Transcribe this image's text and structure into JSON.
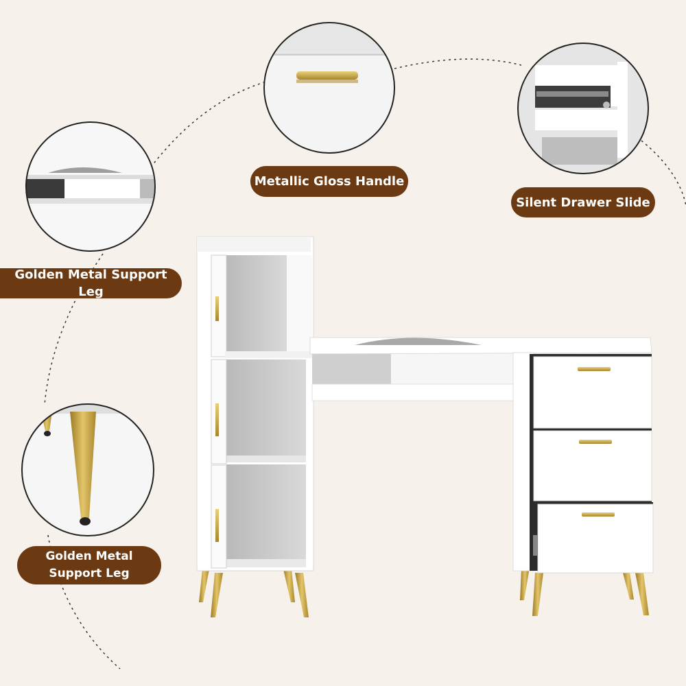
{
  "colors": {
    "background": "#f7f1ec",
    "label_pill": "#6b3a12",
    "gold": "#c9a547",
    "cabinet_white": "#ffffff",
    "interior_gray": "#c8c8c8",
    "armrest_gray": "#a9a9a9"
  },
  "icons": [
    "handle-closeup",
    "drawer-slide-closeup",
    "armrest-closeup",
    "leg-closeup"
  ],
  "labels": {
    "handle": "Metallic Gloss Handle",
    "slide": "Silent Drawer Slide",
    "leg_top": "Golden Metal Support Leg",
    "leg_bottom_line1": "Golden Metal",
    "leg_bottom_line2": "Support Leg"
  }
}
